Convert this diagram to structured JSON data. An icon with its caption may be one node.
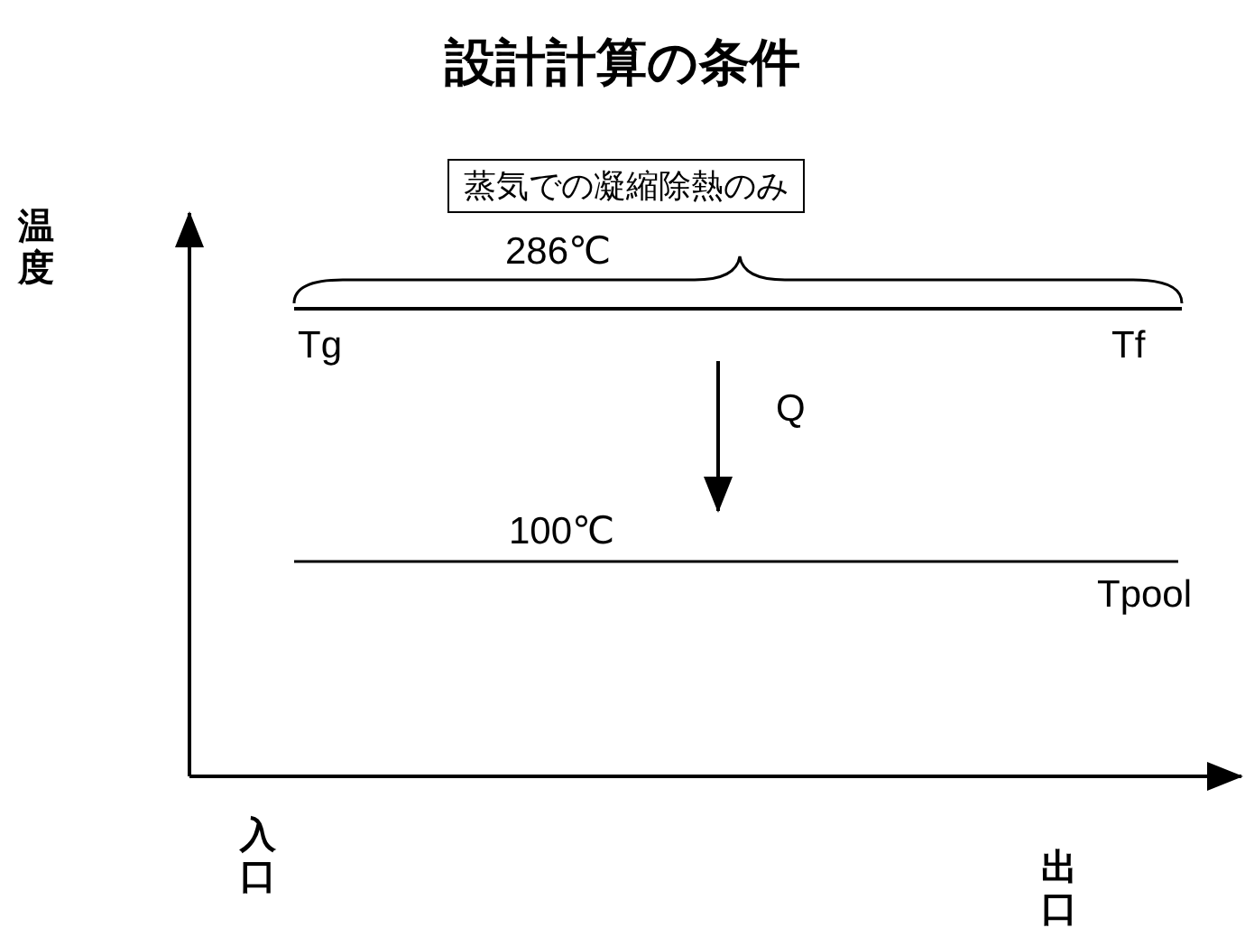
{
  "diagram": {
    "title": "設計計算の条件",
    "nodes": [
      {
        "text": [
          "蒸気での凝縮除熱のみ"
        ]
      }
    ],
    "labels": [
      "温度",
      "286℃",
      "Tg",
      "Tf",
      "Q",
      "100℃",
      "Tpool",
      "入口",
      "出口"
    ]
  }
}
